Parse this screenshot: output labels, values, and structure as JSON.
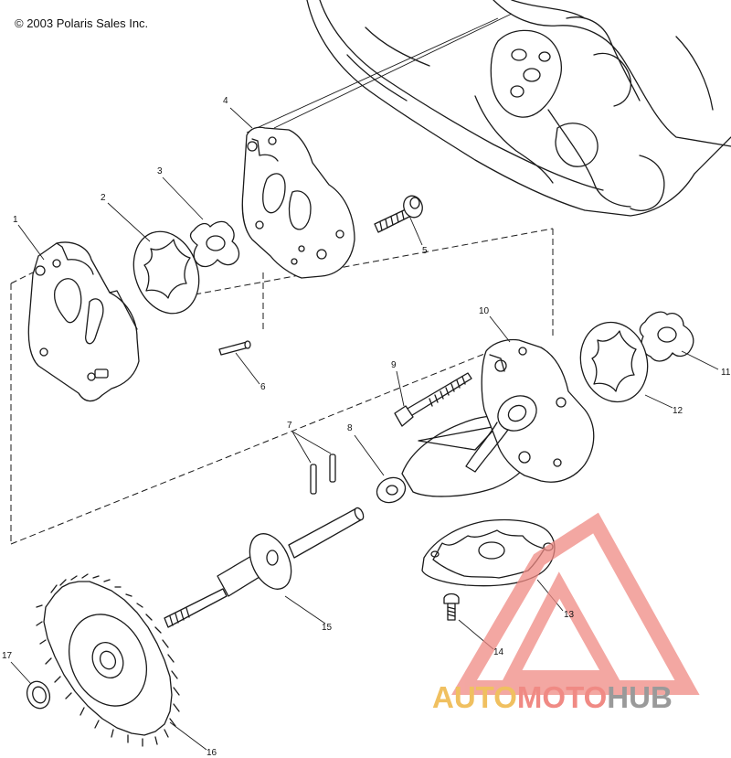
{
  "copyright": "© 2003 Polaris Sales Inc.",
  "callouts": [
    "1",
    "2",
    "3",
    "4",
    "5",
    "6",
    "7",
    "8",
    "9",
    "10",
    "11",
    "12",
    "13",
    "14",
    "15",
    "16",
    "17"
  ],
  "watermark": {
    "word_auto": "AUTO",
    "word_moto": "MOTO",
    "word_hub": "HUB",
    "colors": {
      "auto": "#f0c060",
      "moto": "#f08a84",
      "hub": "#9a9a9a",
      "logo": "#f08a84"
    }
  },
  "icons": [
    "triangle-logo-icon"
  ]
}
